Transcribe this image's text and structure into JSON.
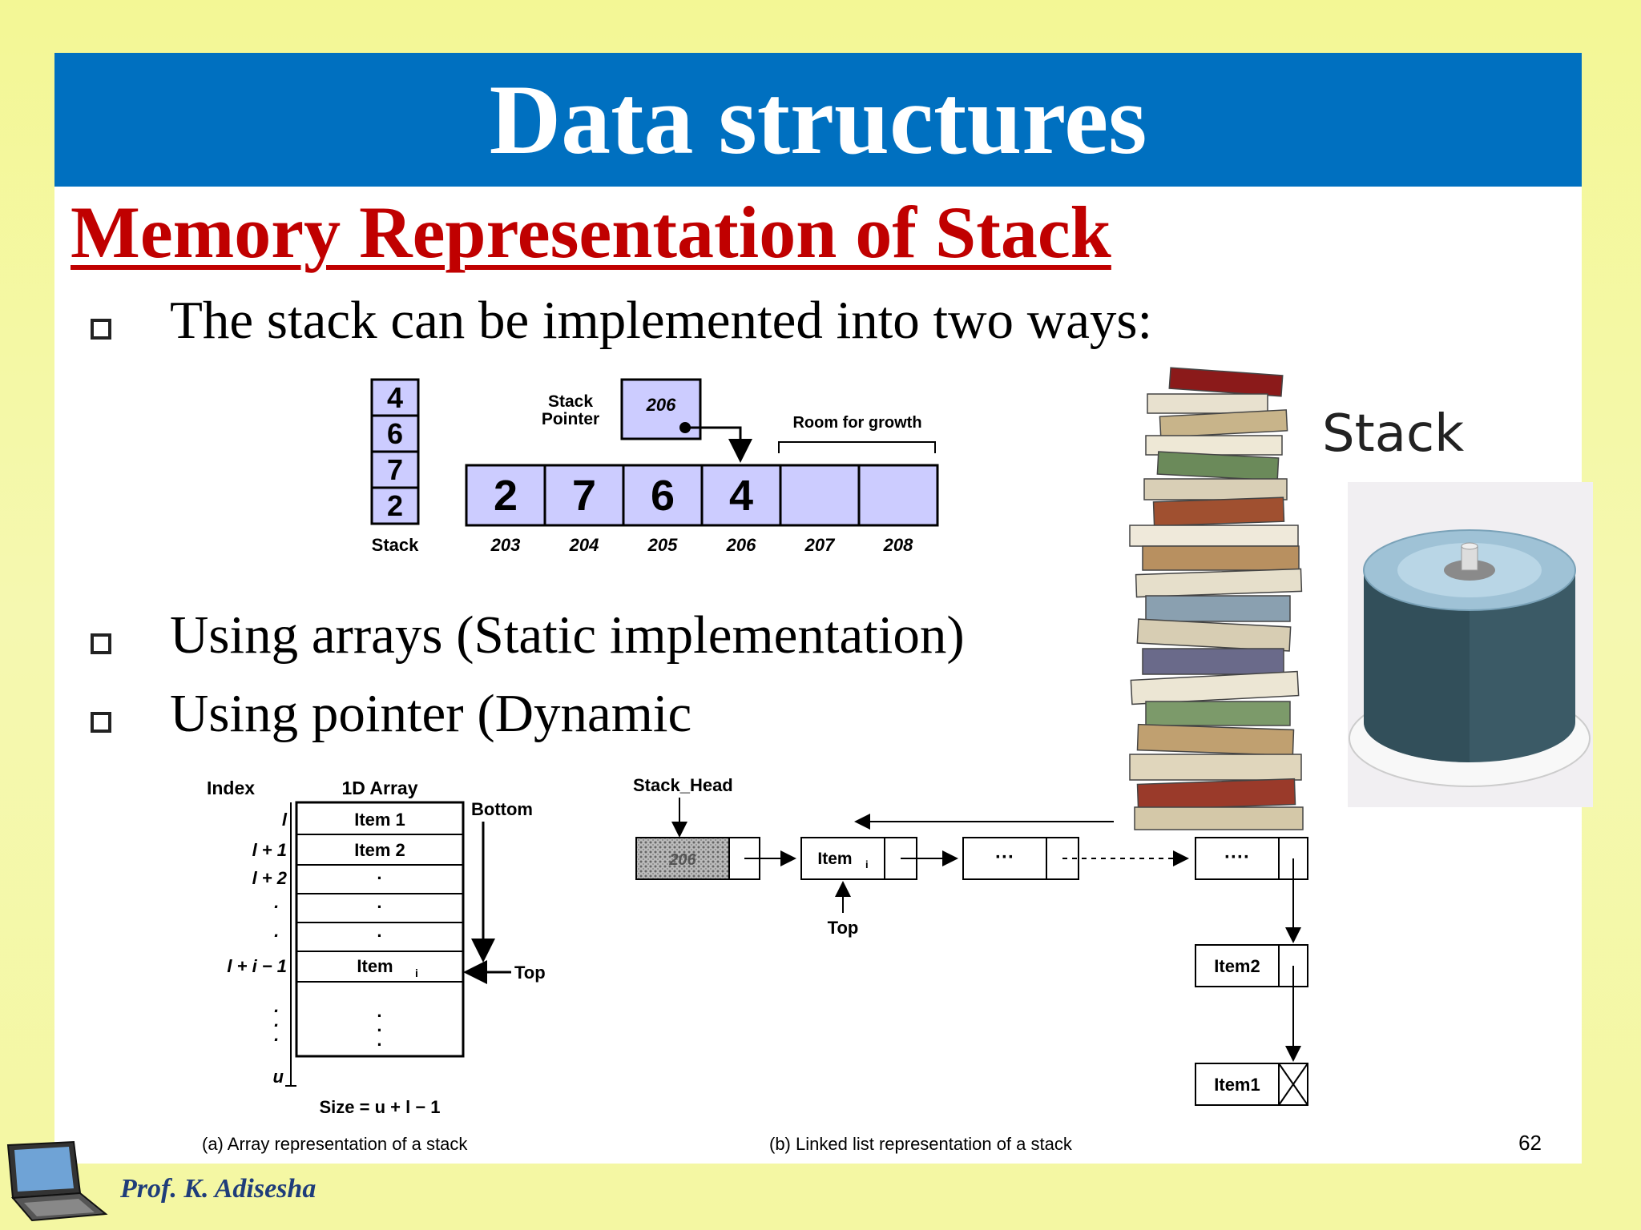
{
  "slide": {
    "title": "Data structures",
    "subtitle": "Memory Representation of Stack",
    "bullets": [
      "The stack can be implemented into two ways:",
      "Using arrays (Static implementation)",
      "Using pointer (Dynamic"
    ],
    "page_number": "62",
    "author": "Prof. K. Adisesha"
  },
  "figure_top": {
    "stack_values": [
      "4",
      "6",
      "7",
      "2"
    ],
    "stack_label": "Stack",
    "pointer_label_line1": "Stack",
    "pointer_label_line2": "Pointer",
    "pointer_value": "206",
    "growth_label": "Room for growth",
    "array_values": [
      "2",
      "7",
      "6",
      "4",
      "",
      ""
    ],
    "addresses": [
      "203",
      "204",
      "205",
      "206",
      "207",
      "208"
    ]
  },
  "image_labels": {
    "stack_word": "Stack"
  },
  "figure_bottom_left": {
    "index_header": "Index",
    "array_header": "1D Array",
    "rows": [
      {
        "index": "l",
        "cell": "Item 1"
      },
      {
        "index": "l + 1",
        "cell": "Item 2"
      },
      {
        "index": "l + 2",
        "cell": "·"
      },
      {
        "index": "·",
        "cell": "·"
      },
      {
        "index": "·",
        "cell": "·"
      },
      {
        "index": "l + i − 1",
        "cell": "Item"
      }
    ],
    "item_subscript": "i",
    "index_u": "u",
    "bottom_label": "Bottom",
    "top_label": "Top",
    "size_label": "Size = u + l − 1",
    "caption": "(a) Array representation of a stack"
  },
  "figure_bottom_right": {
    "head_label": "Stack_Head",
    "head_value": "206",
    "item_label": "Item",
    "item_subscript": "i",
    "dots": "···",
    "dots2": "····",
    "top_label": "Top",
    "item2": "Item2",
    "item1": "Item1",
    "caption": "(b) Linked list representation of a stack"
  }
}
